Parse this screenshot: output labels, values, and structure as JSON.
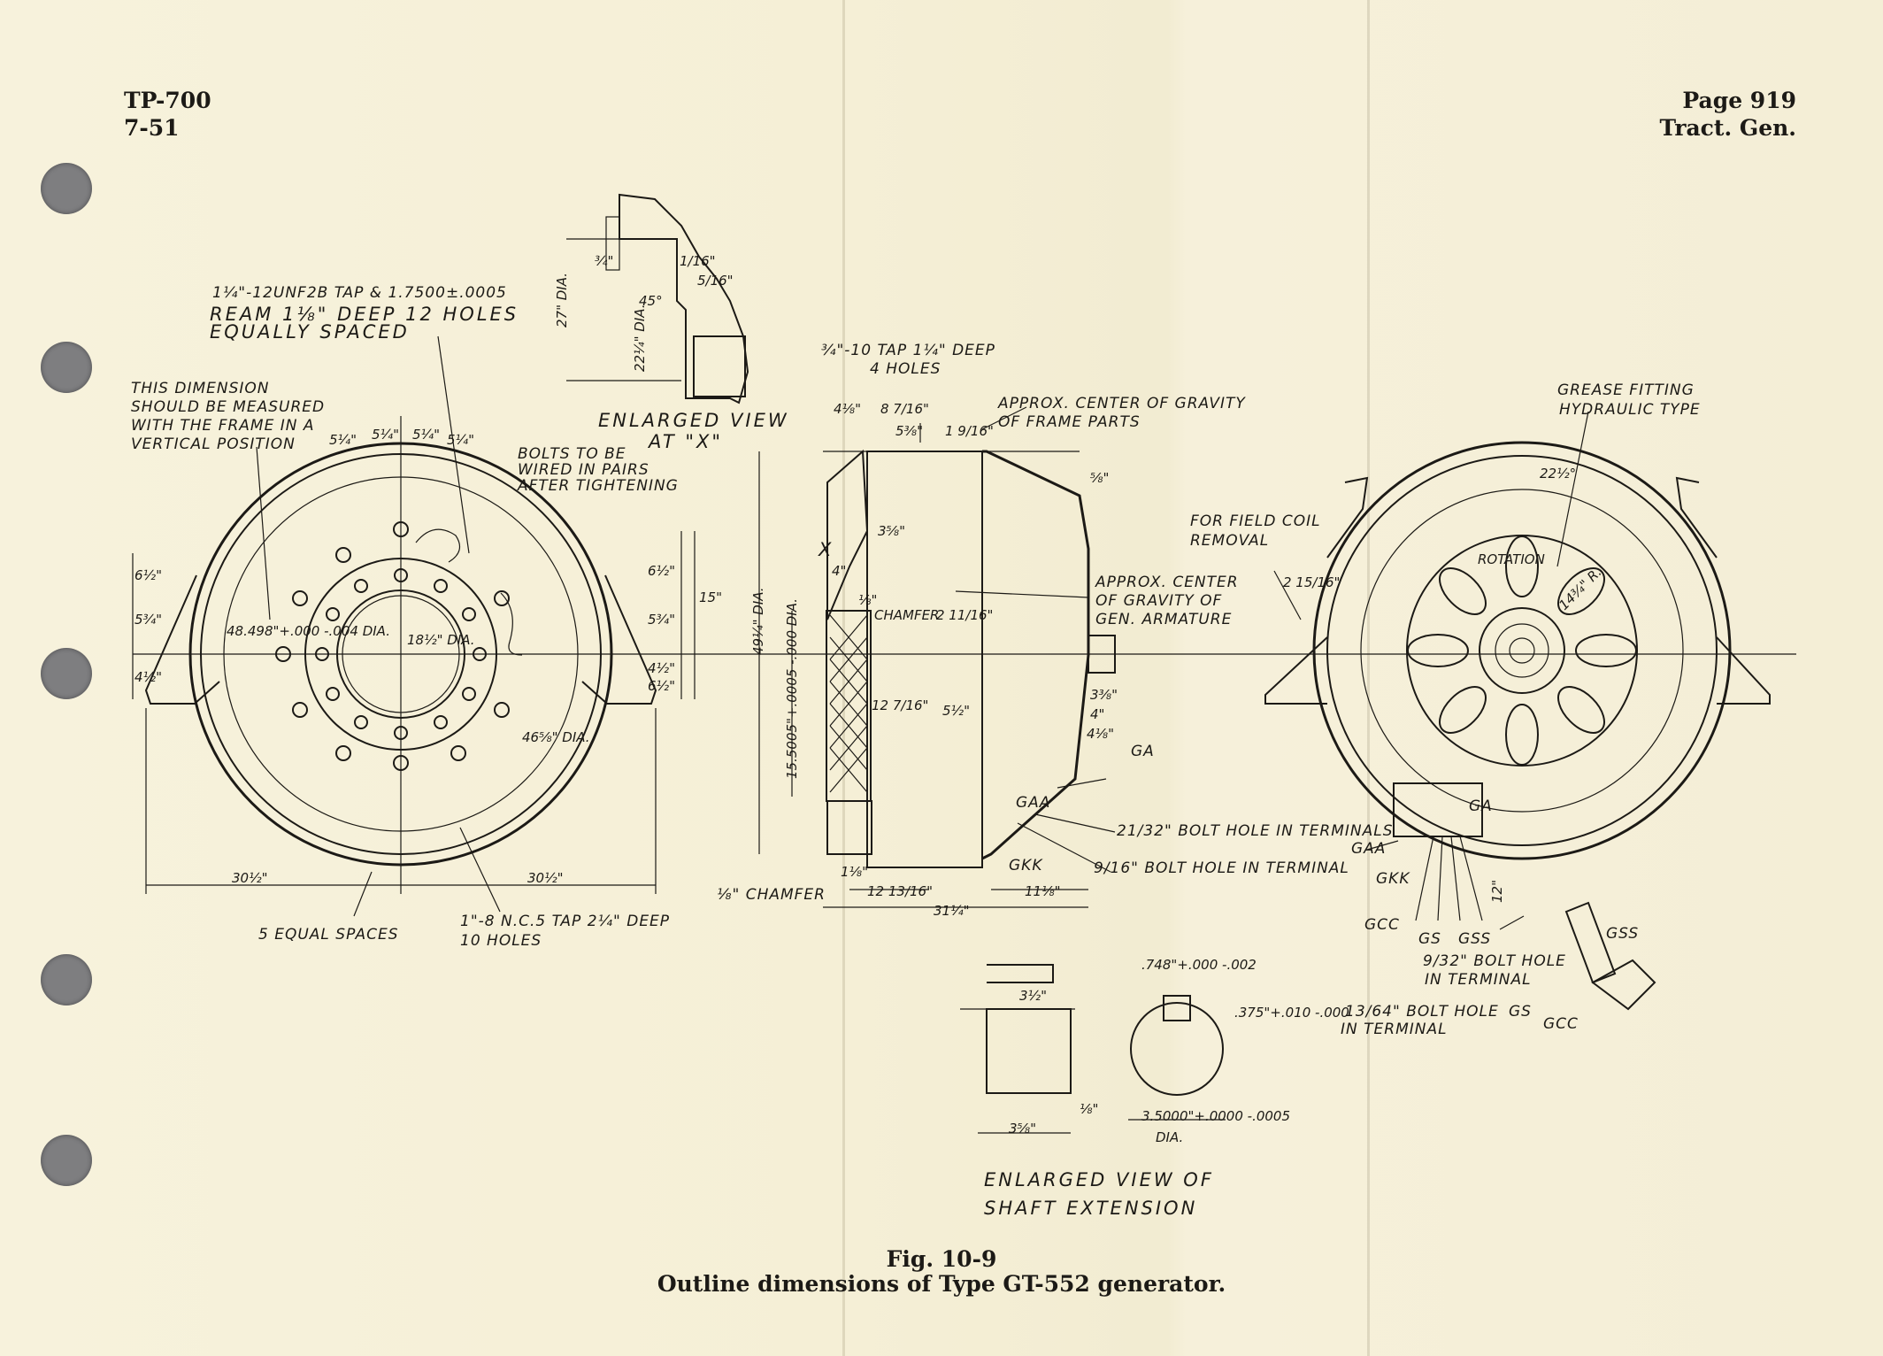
{
  "header": {
    "left_line1": "TP-700",
    "left_line2": "7-51",
    "right_line1": "Page 919",
    "right_line2": "Tract. Gen."
  },
  "figure": {
    "number": "Fig. 10-9",
    "title": "Outline dimensions of Type GT-552 generator."
  },
  "front_view": {
    "tap_note_1": "1¼\"-12UNF2B TAP & 1.7500±.0005",
    "tap_note_2": "REAM 1⅛\" DEEP 12 HOLES",
    "tap_note_3": "EQUALLY SPACED",
    "measure_note_1": "THIS DIMENSION",
    "measure_note_2": "SHOULD BE MEASURED",
    "measure_note_3": "WITH THE FRAME IN A",
    "measure_note_4": "VERTICAL POSITION",
    "bolts_note_1": "BOLTS TO BE",
    "bolts_note_2": "WIRED IN PAIRS",
    "bolts_note_3": "AFTER TIGHTENING",
    "spacing": "5¼\"",
    "dia_frame": "48.498\"+.000 -.004 DIA.",
    "dia_bore": "18½\" DIA.",
    "dia_bolt_circle": "46⅝\" DIA.",
    "dim_left_6": "6½\"",
    "dim_left_5": "5¾\"",
    "dim_left_4": "4½\"",
    "dim_right_6": "6½\"",
    "dim_right_5": "5¾\"",
    "dim_right_4": "4½\"",
    "dim_right_6b": "6½\"",
    "dim_15": "15\"",
    "width_left": "30½\"",
    "width_right": "30½\"",
    "equal_spaces": "5 EQUAL SPACES",
    "tap_bottom_1": "1\"-8 N.C.5 TAP 2¼\" DEEP",
    "tap_bottom_2": "10 HOLES"
  },
  "enlarged_x": {
    "title_1": "ENLARGED VIEW",
    "title_2": "AT \"X\"",
    "d_27": "27\" DIA.",
    "d_22": "22¼\" DIA.",
    "d_3_4": "¾\"",
    "d_1_16": "1/16\"",
    "d_5_16": "5/16\"",
    "angle": "45°"
  },
  "side_view": {
    "tap_1": "¾\"-10 TAP 1¼\" DEEP",
    "tap_2": "4 HOLES",
    "cg_frame_1": "APPROX. CENTER OF GRAVITY",
    "cg_frame_2": "OF FRAME PARTS",
    "cg_arm_1": "APPROX. CENTER",
    "cg_arm_2": "OF GRAVITY OF",
    "cg_arm_3": "GEN. ARMATURE",
    "d_4_1_8": "4⅛\"",
    "d_8_7_16": "8 7/16\"",
    "d_5_3_8": "5⅜\"",
    "d_1_9_16": "1 9/16\"",
    "d_5_8": "⅝\"",
    "d_3_5_8": "3⅝\"",
    "d_4": "4\"",
    "d_1_8": "⅛\"",
    "chamfer_small": "CHAMFER",
    "d_2_11_16": "2 11/16\"",
    "dia_49": "49¼\" DIA.",
    "dia_15": "15.5005\"+.0005 -.000 DIA.",
    "d_12_7_16": "12 7/16\"",
    "d_5_1_2": "5½\"",
    "d_3_3_8": "3⅜\"",
    "d_4b": "4\"",
    "d_4_1_8b": "4⅛\"",
    "ga": "GA",
    "gaa": "GAA",
    "gkk": "GKK",
    "bolt_21": "21/32\" BOLT HOLE IN TERMINALS",
    "bolt_9": "9/16\" BOLT HOLE IN TERMINAL",
    "d_1_8b": "1⅛\"",
    "chamfer_big": "⅛\" CHAMFER",
    "d_12_13": "12 13/16\"",
    "d_11_1_8": "11⅛\"",
    "d_31": "31¼\"",
    "x_mark": "X"
  },
  "shaft": {
    "title_1": "ENLARGED VIEW OF",
    "title_2": "SHAFT EXTENSION",
    "key": ".748\"+.000 -.002",
    "d_3_1_2": "3½\"",
    "depth": ".375\"+.010 -.000",
    "d_1_8": "⅛\"",
    "d_3_5_8": "3⅝\"",
    "dia": "3.5000\"+.0000 -.0005",
    "dia_word": "DIA."
  },
  "rear_view": {
    "grease_1": "GREASE FITTING",
    "grease_2": "HYDRAULIC TYPE",
    "field_1": "FOR FIELD COIL",
    "field_2": "REMOVAL",
    "angle": "22½°",
    "rotation": "ROTATION",
    "radius": "14¾\" R.",
    "d_2_15": "2 15/16\"",
    "d_12": "12\"",
    "ga": "GA",
    "gaa": "GAA",
    "gkk": "GKK",
    "gcc": "GCC",
    "gs": "GS",
    "gss": "GSS",
    "bolt_9_1": "9/32\" BOLT HOLE",
    "bolt_9_2": "IN TERMINAL",
    "bolt_13_1": "13/64\" BOLT HOLE",
    "bolt_13_2": "IN TERMINAL",
    "gss_detail": "GSS",
    "gs_detail": "GS",
    "gcc_detail": "GCC"
  }
}
